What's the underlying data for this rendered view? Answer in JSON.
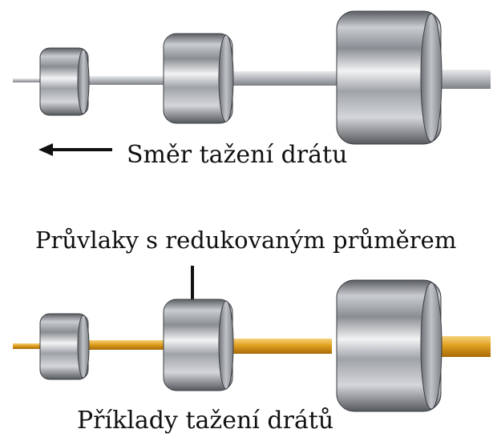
{
  "labels": {
    "direction": "Směr tažení drátu",
    "dies": "Průvlaky s redukovaným průměrem",
    "examples": "Příklady tažení drátů"
  },
  "colors": {
    "background": "#ffffff",
    "steel_wire": "#b9bcc0",
    "copper_wire": "#e0a020",
    "die_metal": "#9a9da2",
    "arrow": "#111111"
  }
}
